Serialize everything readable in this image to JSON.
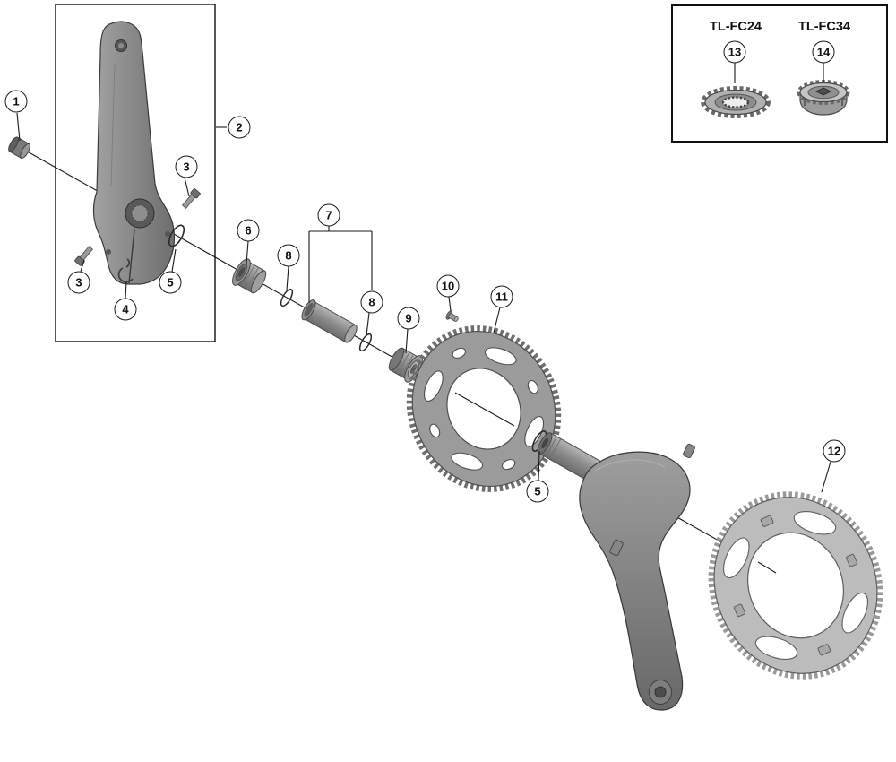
{
  "callouts": [
    {
      "label": "1"
    },
    {
      "label": "2"
    },
    {
      "label": "3"
    },
    {
      "label": "3"
    },
    {
      "label": "4"
    },
    {
      "label": "5"
    },
    {
      "label": "6"
    },
    {
      "label": "7"
    },
    {
      "label": "8"
    },
    {
      "label": "8"
    },
    {
      "label": "9"
    },
    {
      "label": "10"
    },
    {
      "label": "11"
    },
    {
      "label": "5"
    },
    {
      "label": "12"
    },
    {
      "label": "13"
    },
    {
      "label": "14"
    }
  ],
  "tool_labels": [
    {
      "text": "TL-FC24"
    },
    {
      "text": "TL-FC34"
    }
  ],
  "colors": {
    "background": "#ffffff",
    "line": "#1a1a1a",
    "part_dark": "#6e6e6e",
    "part_mid": "#9b9b9b",
    "part_light": "#bcbcbc"
  }
}
